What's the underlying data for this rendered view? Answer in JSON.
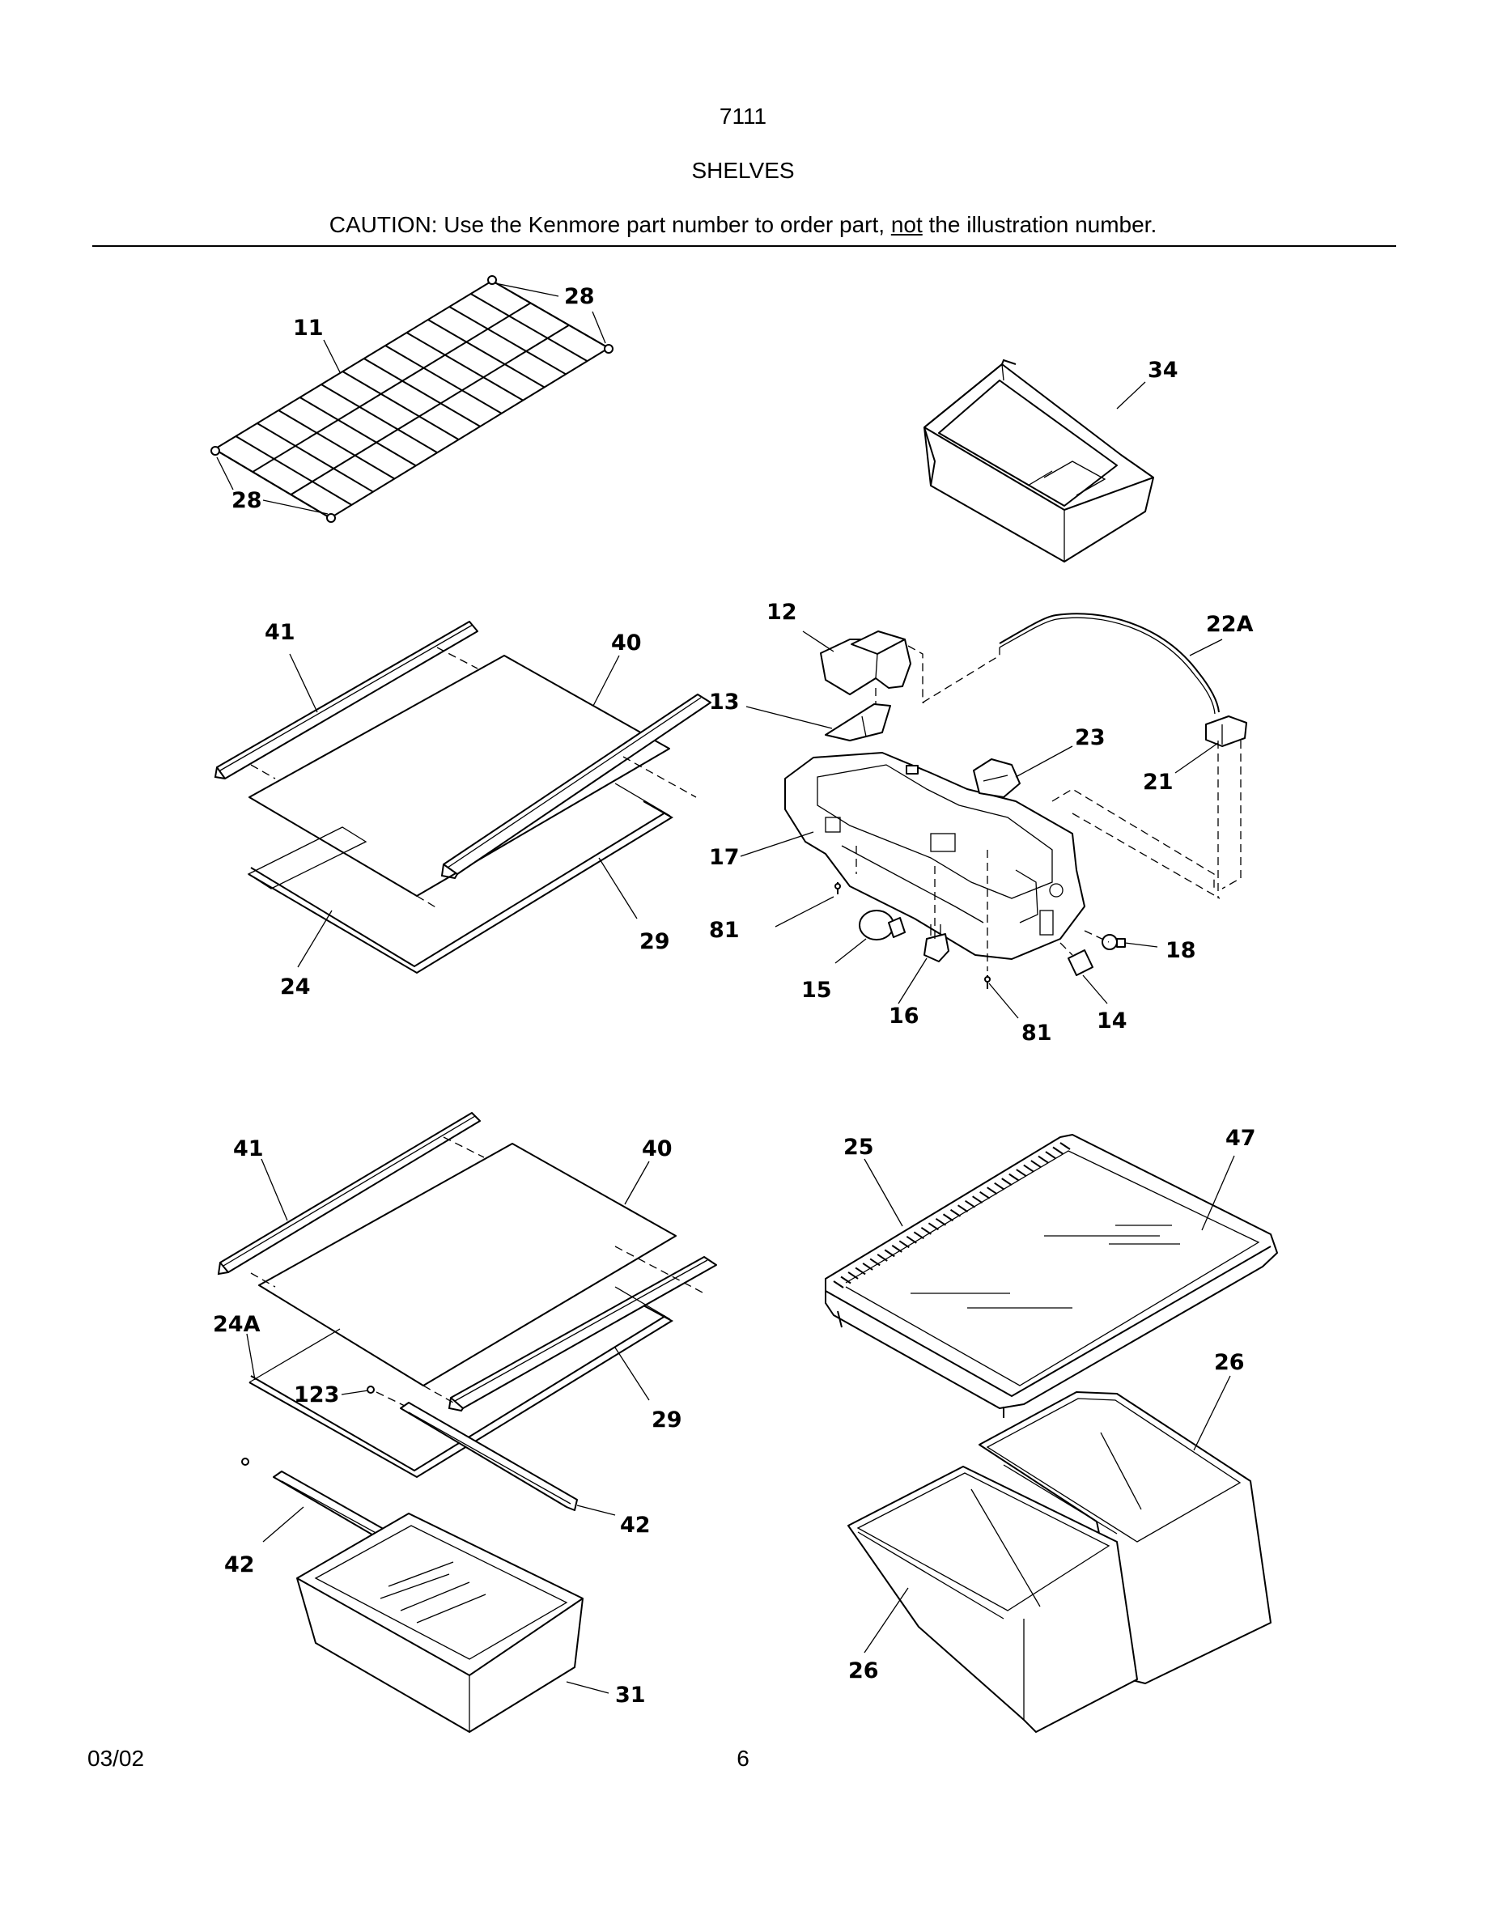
{
  "header": {
    "model": "7111",
    "section": "SHELVES",
    "caution_prefix": "CAUTION: Use the Kenmore part number to order part, ",
    "caution_emphasis": "not",
    "caution_suffix": " the illustration number."
  },
  "footer": {
    "date": "03/02",
    "page": "6"
  },
  "callouts": {
    "c11": "11",
    "c28a": "28",
    "c28b": "28",
    "c34": "34",
    "c41a": "41",
    "c40a": "40",
    "c29a": "29",
    "c24": "24",
    "c12": "12",
    "c22a": "22A",
    "c13": "13",
    "c23": "23",
    "c21": "21",
    "c17": "17",
    "c81a": "81",
    "c18": "18",
    "c15": "15",
    "c16": "16",
    "c81b": "81",
    "c14": "14",
    "c41b": "41",
    "c40b": "40",
    "c24a": "24A",
    "c123": "123",
    "c29b": "29",
    "c42a": "42",
    "c42b": "42",
    "c31": "31",
    "c25": "25",
    "c47": "47",
    "c26a": "26",
    "c26b": "26"
  },
  "colors": {
    "ink": "#000000",
    "paper": "#ffffff"
  }
}
